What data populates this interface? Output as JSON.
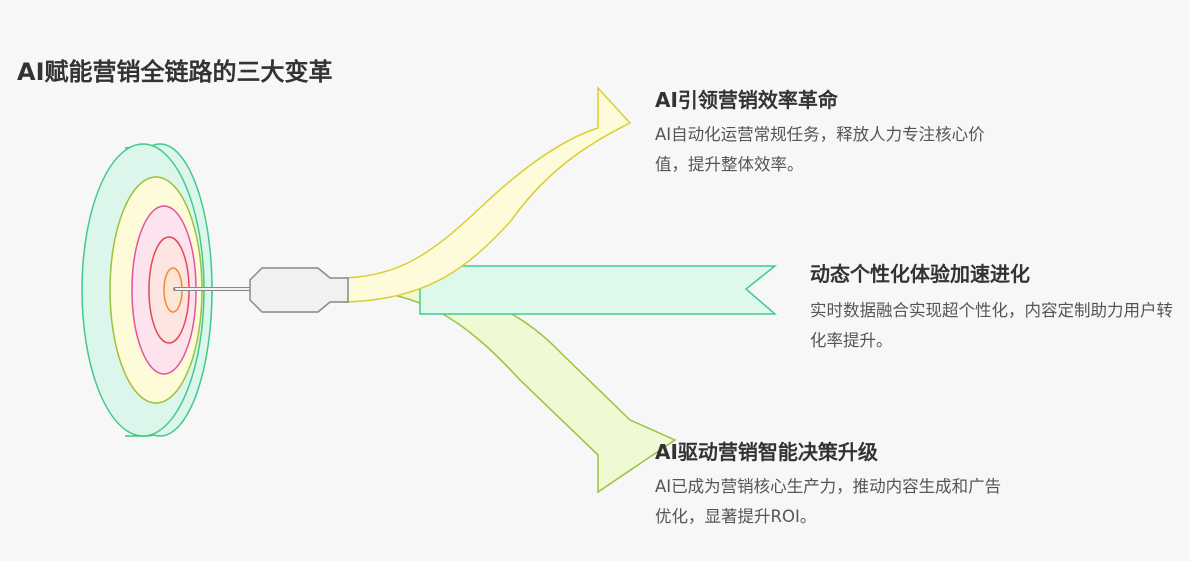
{
  "title": "AI赋能营销全链路的三大变革",
  "items": [
    {
      "heading": "AI引领营销效率革命",
      "description": "AI自动化运营常规任务，释放人力专注核心价值，提升整体效率。"
    },
    {
      "heading": "动态个性化体验加速进化",
      "description": "实时数据融合实现超个性化，内容定制助力用户转化率提升。"
    },
    {
      "heading": "AI驱动营销智能决策升级",
      "description": "AI已成为营销核心生产力，推动内容生成和广告优化，显著提升ROI。"
    }
  ],
  "colors": {
    "target_outer": "#dcf6ec",
    "target_stroke": "#42c98c",
    "ring_yellow": "#fdfbd8",
    "ring_pink": "#fde3ee",
    "ring_orange": "#fde6d6",
    "ribbon_top_fill": "#fdfbd9",
    "ribbon_top_stroke": "#d9ce2e",
    "ribbon_mid_fill": "#dff8ec",
    "ribbon_mid_stroke": "#45c993",
    "ribbon_bot_fill": "#eff9d4",
    "ribbon_bot_stroke": "#99c43c",
    "dart_fill": "#f1f1f1",
    "dart_stroke": "#888888"
  }
}
